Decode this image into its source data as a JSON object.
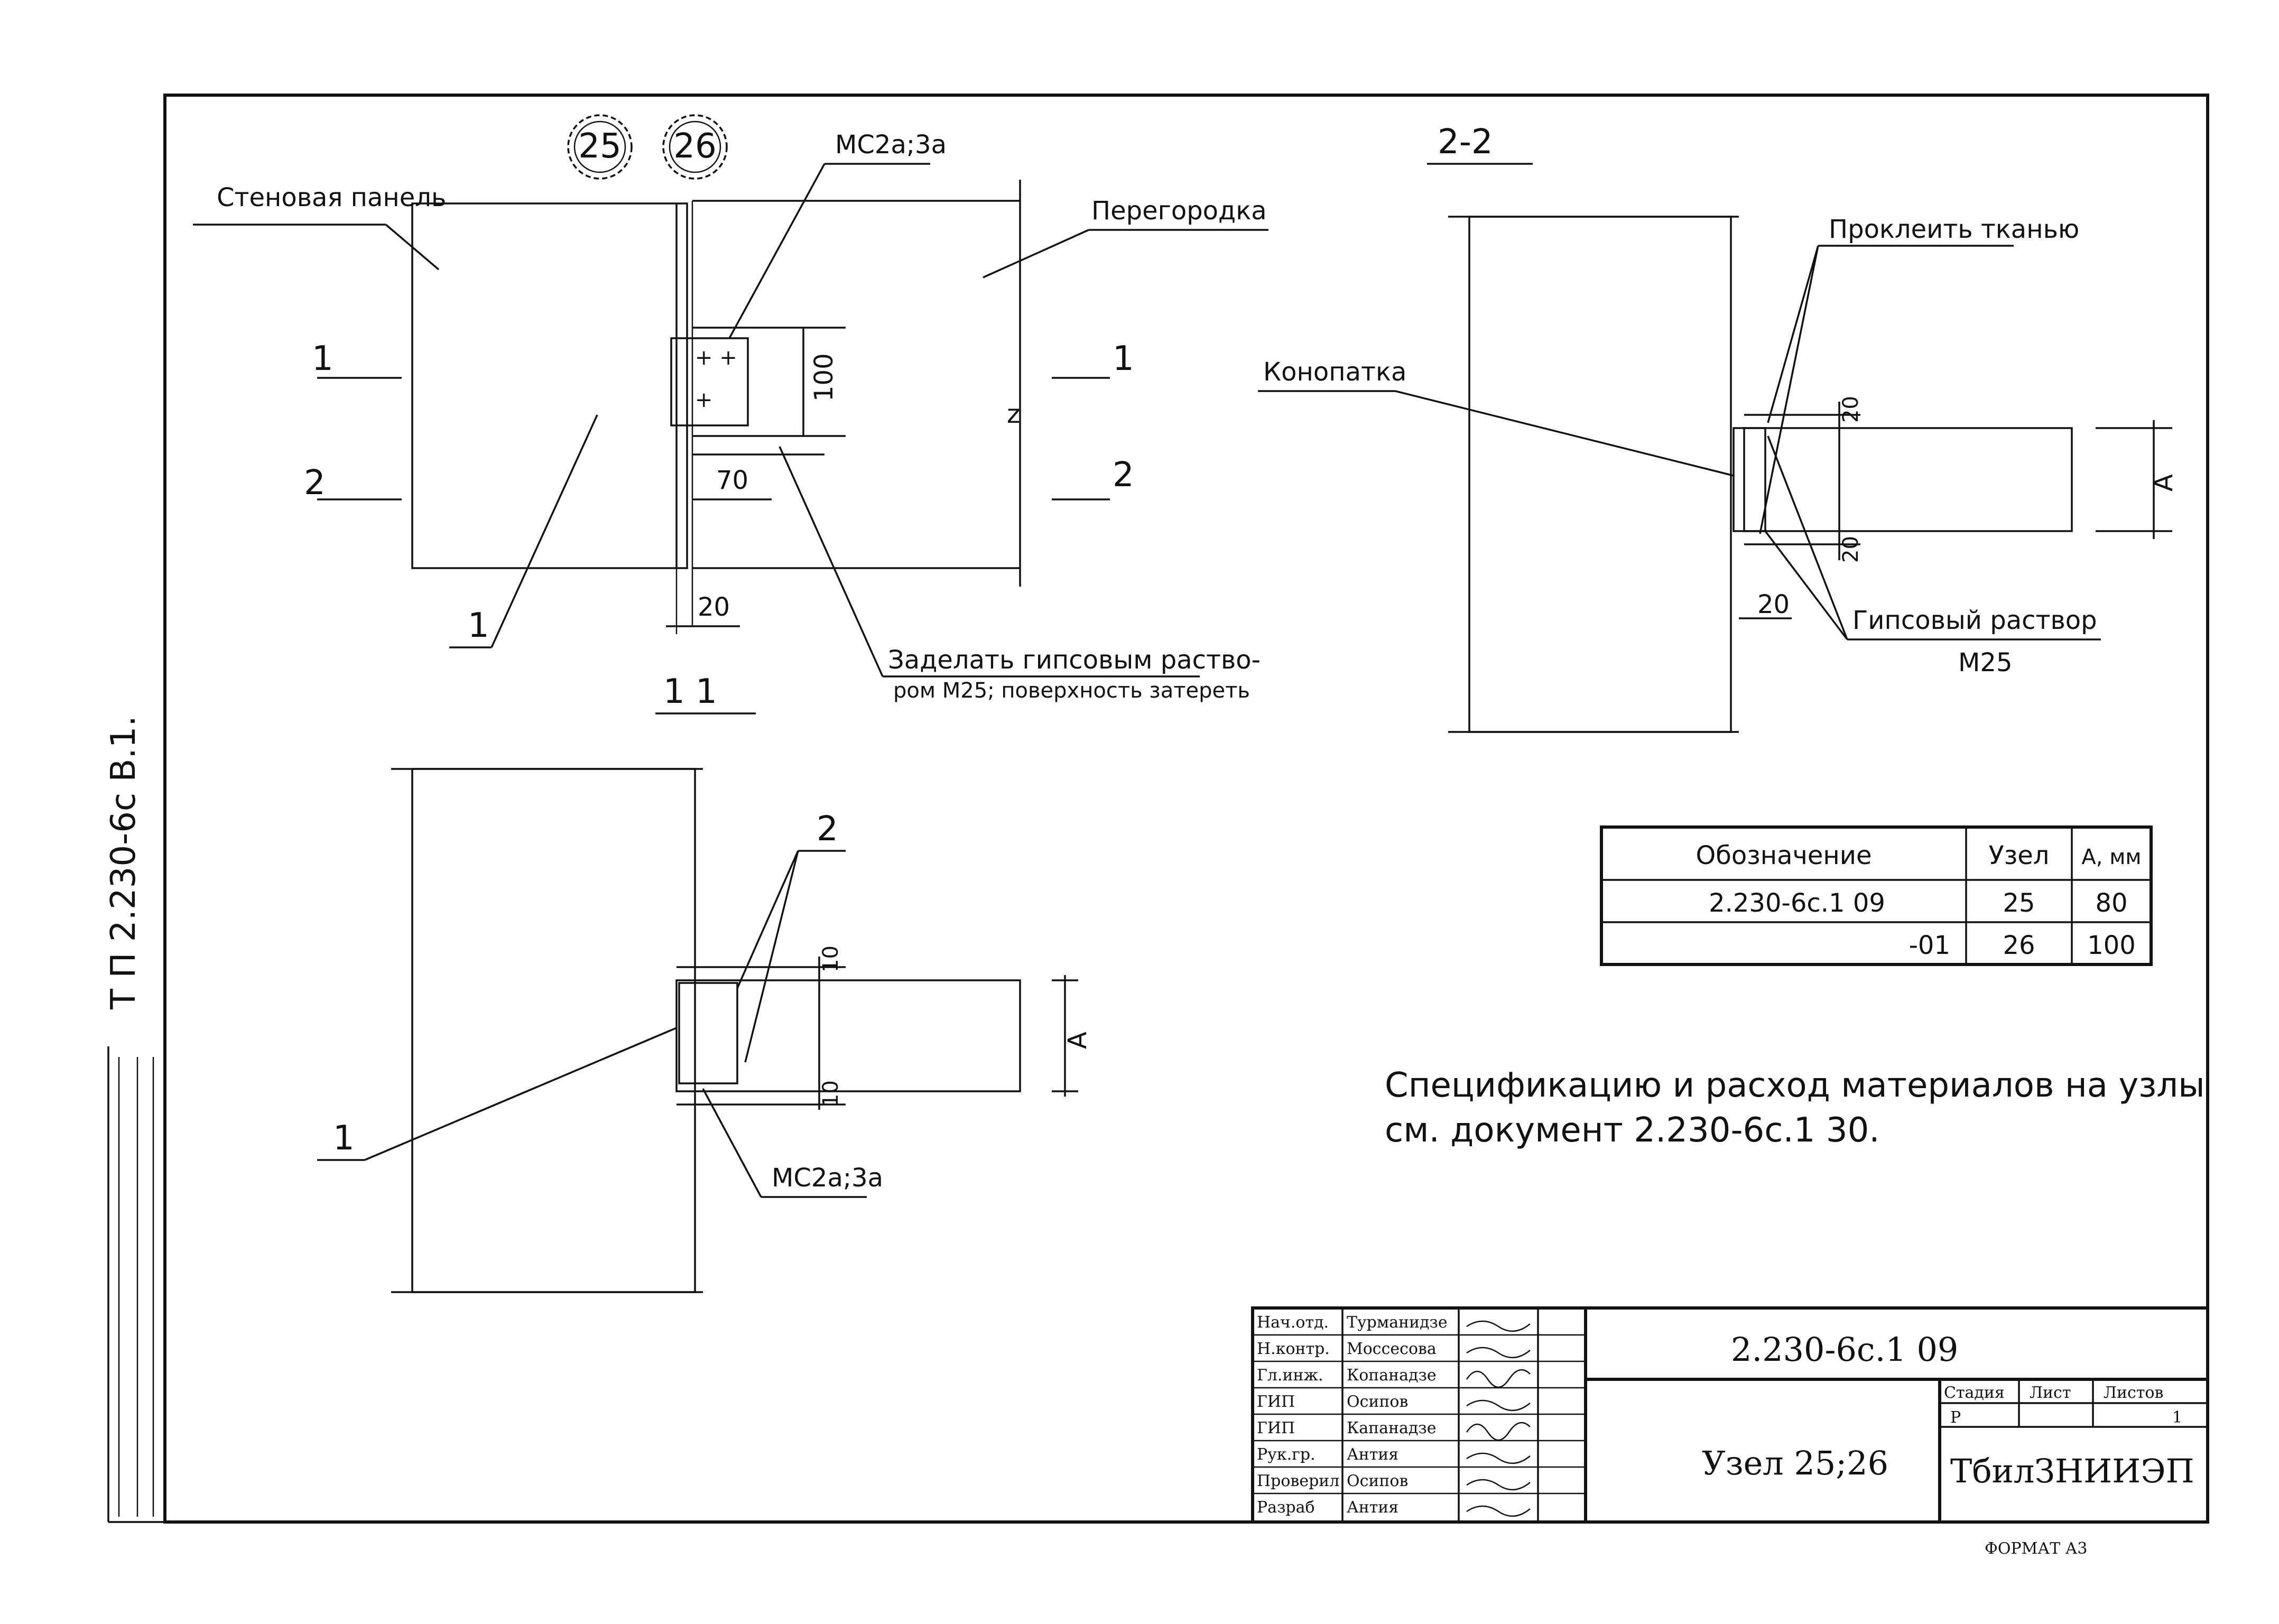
{
  "frame": {
    "sheet_code_vertical": "Т П   2.230-6с   В.1."
  },
  "node_markers": [
    "25",
    "26"
  ],
  "view_plan": {
    "label_panel": "Стеновая панель",
    "label_partition": "Перегородка",
    "label_element": "МС2а;3а",
    "cut_1": "1",
    "cut_2": "2",
    "dim_100": "100",
    "dim_70": "70",
    "dim_20": "20",
    "leader_1": "1",
    "note_seal": "Заделать гипсовым раство-",
    "note_seal_2": "ром М25; поверхность затереть"
  },
  "section_1_1": {
    "title": "1 1",
    "leader_2": "2",
    "leader_1": "1",
    "dim_top": "10",
    "dim_bottom": "10",
    "dim_A": "A",
    "label_element": "МС2а;3а"
  },
  "section_2_2": {
    "title": "2-2",
    "label_fabric": "Проклеить тканью",
    "label_caulk": "Конопатка",
    "dim_top": "20",
    "dim_bottom": "20",
    "dim_side": "20",
    "dim_A": "A",
    "label_mortar": "Гипсовый раствор",
    "label_mortar_grade": "М25"
  },
  "spec_table": {
    "headers": [
      "Обозначение",
      "Узел",
      "А, мм"
    ],
    "rows": [
      [
        "2.230-6с.1  09",
        "25",
        "80"
      ],
      [
        "-01",
        "26",
        "100"
      ]
    ]
  },
  "spec_note": {
    "line1": "Спецификацию и расход материалов на узлы",
    "line2": "см. документ  2.230-6с.1 30."
  },
  "title_block": {
    "roles": [
      {
        "role": "Нач.отд.",
        "name": "Турманидзе"
      },
      {
        "role": "Н.контр.",
        "name": "Моссесова"
      },
      {
        "role": "Гл.инж.",
        "name": "Копанадзе"
      },
      {
        "role": "ГИП",
        "name": "Осипов"
      },
      {
        "role": "ГИП",
        "name": "Капанадзе"
      },
      {
        "role": "Рук.гр.",
        "name": "Антия"
      },
      {
        "role": "Проверил",
        "name": "Осипов"
      },
      {
        "role": "Разраб",
        "name": "Антия"
      }
    ],
    "doc_code": "2.230-6с.1    09",
    "drawing_title": "Узел 25;26",
    "stage_header": "Стадия",
    "sheet_header": "Лист",
    "sheets_header": "Листов",
    "stage_value": "Р",
    "sheets_value": "1",
    "organization": "ТбилЗНИИЭП"
  },
  "format_label": "ФОРМАТ  А3"
}
